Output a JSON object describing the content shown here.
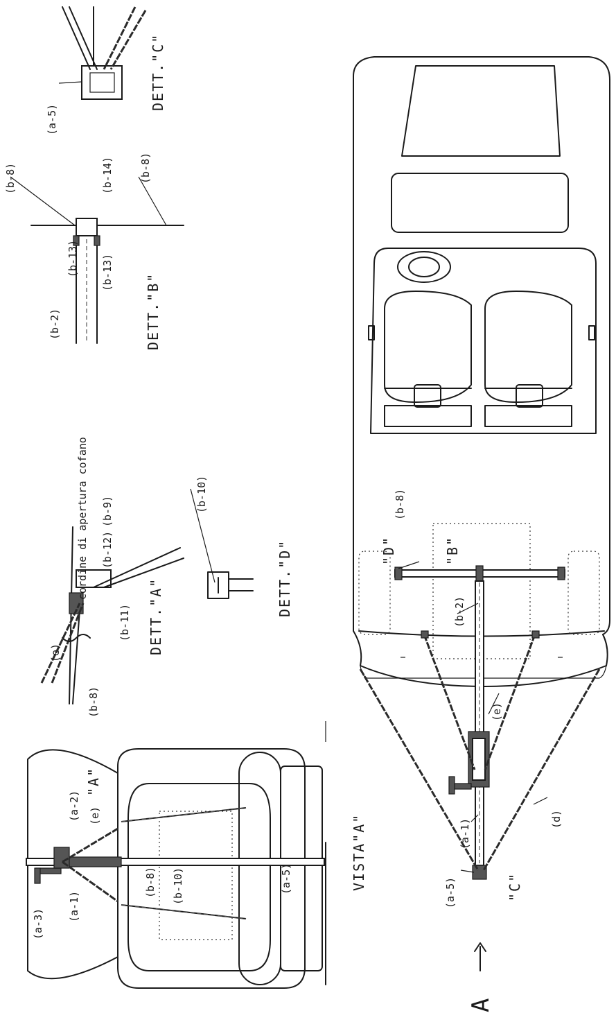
{
  "labels": {
    "a1": "(a-1)",
    "a2": "(a-2)",
    "a3": "(a-3)",
    "a5": "(a-5)",
    "b2": "(b-2)",
    "b8": "(b-8)",
    "b9": "(b-9)",
    "b10": "(b-10)",
    "b11": "(b-11)",
    "b12": "(b-12)",
    "b13": "(b-13)",
    "b14": "(b-14)",
    "d": "(d)",
    "e": "(e)"
  },
  "markers": {
    "A": "\"A\"",
    "B": "\"B\"",
    "C": "\"C\"",
    "D": "\"D\"",
    "view_arrow": "A"
  },
  "titles": {
    "vista_a": "VISTA\"A\"",
    "dett_a": "DETT.\"A\"",
    "dett_b": "DETT.\"B\"",
    "dett_c": "DETT.\"C\"",
    "dett_d": "DETT.\"D\""
  },
  "notes": {
    "cofano": "cordine di apertura cofano"
  }
}
